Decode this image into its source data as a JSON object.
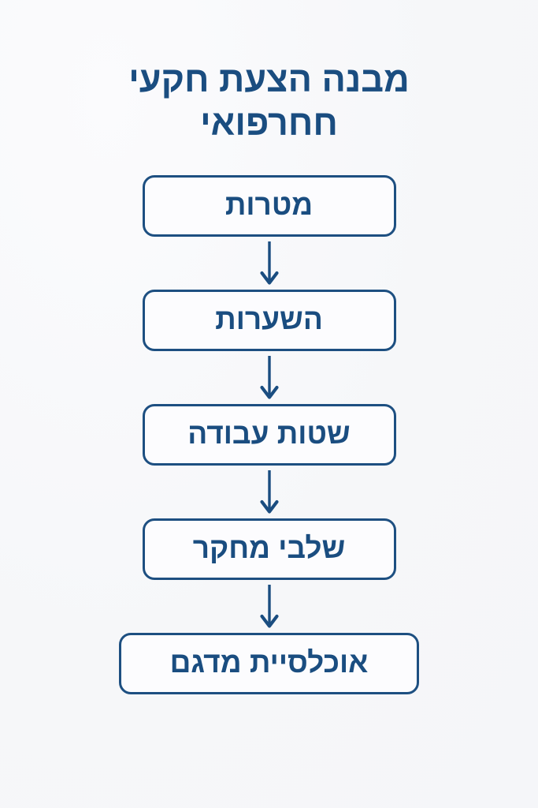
{
  "page": {
    "background_color": "#f7f8fa",
    "accent_color": "#1a4d80",
    "border_color": "#1d4f81"
  },
  "title": {
    "line1": "מבנה הצעת חקעי",
    "line2": "חחרפואי"
  },
  "flow": {
    "nodes": [
      {
        "label": "מטרות",
        "width": "standard"
      },
      {
        "label": "השערות",
        "width": "standard"
      },
      {
        "label": "שטות עבודה",
        "width": "standard"
      },
      {
        "label": "שלבי מחקר",
        "width": "standard"
      },
      {
        "label": "אוכלסיית מדגם",
        "width": "wide"
      }
    ],
    "connectors": [
      {
        "icon": "arrow-down-icon"
      },
      {
        "icon": "arrow-down-icon"
      },
      {
        "icon": "arrow-down-icon"
      },
      {
        "icon": "arrow-down-icon"
      }
    ]
  }
}
